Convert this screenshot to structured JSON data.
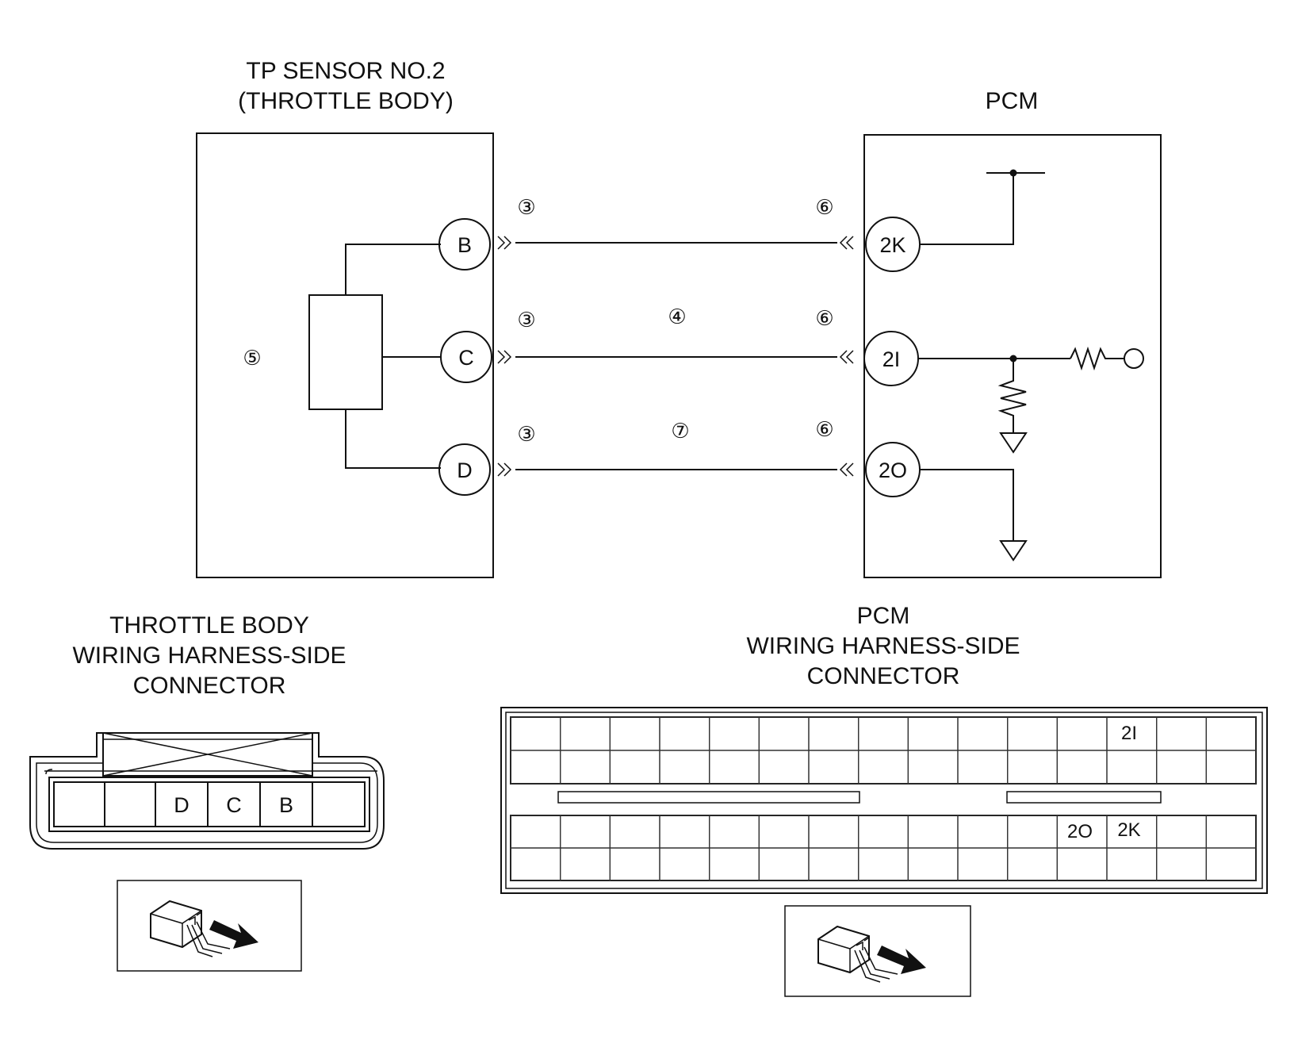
{
  "labels": {
    "sensor_title_1": "TP SENSOR NO.2",
    "sensor_title_2": "(THROTTLE BODY)",
    "pcm_title": "PCM",
    "tb_conn_title_1": "THROTTLE BODY",
    "tb_conn_title_2": "WIRING HARNESS-SIDE",
    "tb_conn_title_3": "CONNECTOR",
    "pcm_conn_title_1": "PCM",
    "pcm_conn_title_2": "WIRING HARNESS-SIDE",
    "pcm_conn_title_3": "CONNECTOR"
  },
  "sensor_pins": [
    "B",
    "C",
    "D"
  ],
  "pcm_pins": [
    "2K",
    "2I",
    "2O"
  ],
  "callouts": {
    "sensor": "⑤",
    "harness_side": [
      "③",
      "③",
      "③"
    ],
    "pcm_side": [
      "⑥",
      "⑥",
      "⑥"
    ],
    "wire_c": "④",
    "wire_d": "⑦"
  },
  "tb_connector_cells": [
    "",
    "",
    "D",
    "C",
    "B",
    ""
  ],
  "pcm_connector_cells": {
    "row1": [
      "",
      "",
      "",
      "",
      "",
      "",
      "",
      "",
      "",
      "",
      "",
      "",
      "2I",
      "",
      ""
    ],
    "row2": [
      "",
      "",
      "",
      "",
      "",
      "",
      "",
      "",
      "",
      "",
      "",
      "",
      "",
      "",
      ""
    ],
    "row3": [
      "",
      "",
      "",
      "",
      "",
      "",
      "",
      "",
      "",
      "",
      "",
      "2O",
      "2K",
      "",
      ""
    ],
    "row4": [
      "",
      "",
      "",
      "",
      "",
      "",
      "",
      "",
      "",
      "",
      "",
      "",
      "",
      "",
      ""
    ]
  }
}
